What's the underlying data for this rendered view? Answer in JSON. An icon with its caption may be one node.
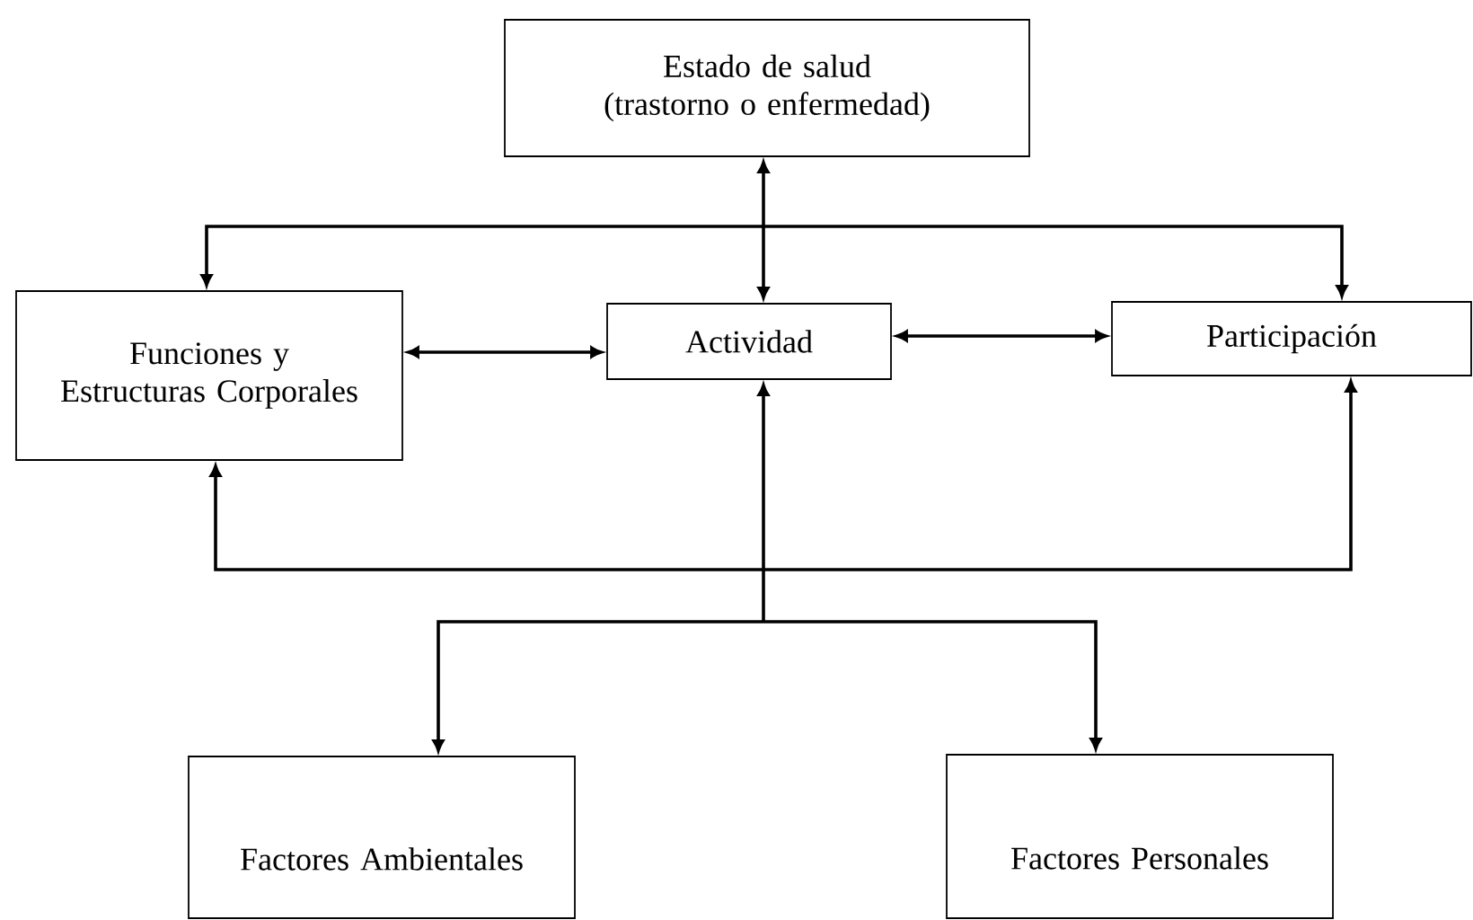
{
  "diagram": {
    "nodes": [
      {
        "text": [
          "Estado de salud (trastorno o enfermedad)"
        ]
      },
      {
        "text": [
          "Funciones y Estructuras Corporales"
        ]
      },
      {
        "text": [
          "Actividad"
        ]
      },
      {
        "text": [
          "Participación"
        ]
      },
      {
        "text": [
          "Factores Ambientales"
        ]
      },
      {
        "text": [
          "Factores Personales"
        ]
      }
    ],
    "edges": [
      {
        "from": 0,
        "to": 1,
        "arrow": "both"
      },
      {
        "from": 0,
        "to": 2,
        "arrow": "both"
      },
      {
        "from": 0,
        "to": 3,
        "arrow": "both"
      },
      {
        "from": 1,
        "to": 2,
        "arrow": "both"
      },
      {
        "from": 2,
        "to": 3,
        "arrow": "both"
      },
      {
        "from": 4,
        "to": 1,
        "arrow": "both"
      },
      {
        "from": 4,
        "to": 2,
        "arrow": "both"
      },
      {
        "from": 4,
        "to": 3,
        "arrow": "both"
      },
      {
        "from": 5,
        "to": 1,
        "arrow": "both"
      },
      {
        "from": 5,
        "to": 2,
        "arrow": "both"
      },
      {
        "from": 5,
        "to": 3,
        "arrow": "both"
      }
    ]
  }
}
